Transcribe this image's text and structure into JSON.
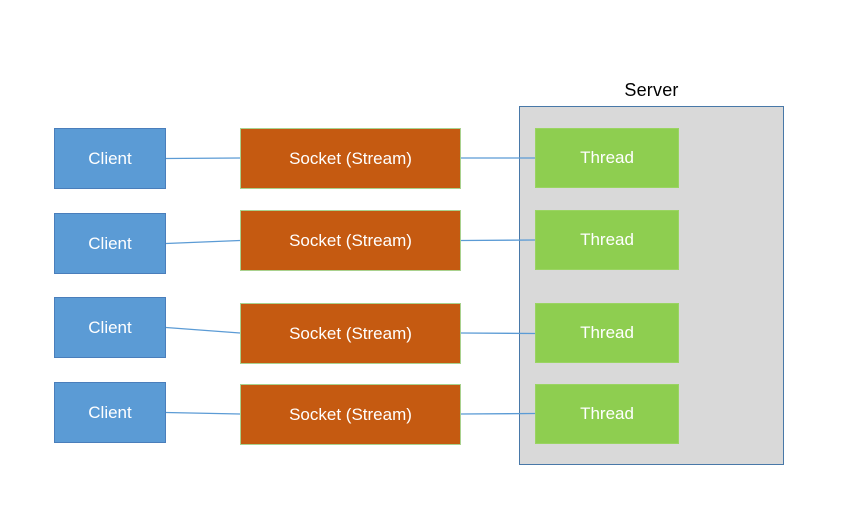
{
  "diagram": {
    "server": {
      "label": "Server"
    },
    "rows": [
      {
        "client": "Client",
        "socket": "Socket (Stream)",
        "thread": "Thread"
      },
      {
        "client": "Client",
        "socket": "Socket (Stream)",
        "thread": "Thread"
      },
      {
        "client": "Client",
        "socket": "Socket (Stream)",
        "thread": "Thread"
      },
      {
        "client": "Client",
        "socket": "Socket (Stream)",
        "thread": "Thread"
      }
    ],
    "colors": {
      "client-fill": "#5B9BD5",
      "client-border": "#4A7EBB",
      "socket-fill": "#C55A11",
      "socket-border": "#A9D18E",
      "thread-fill": "#8ECE50",
      "server-fill": "#D9D9D9",
      "server-border": "#4878A8",
      "connector": "#5B9BD5",
      "text-light": "#FFFFFF",
      "text-dark": "#000000"
    }
  }
}
